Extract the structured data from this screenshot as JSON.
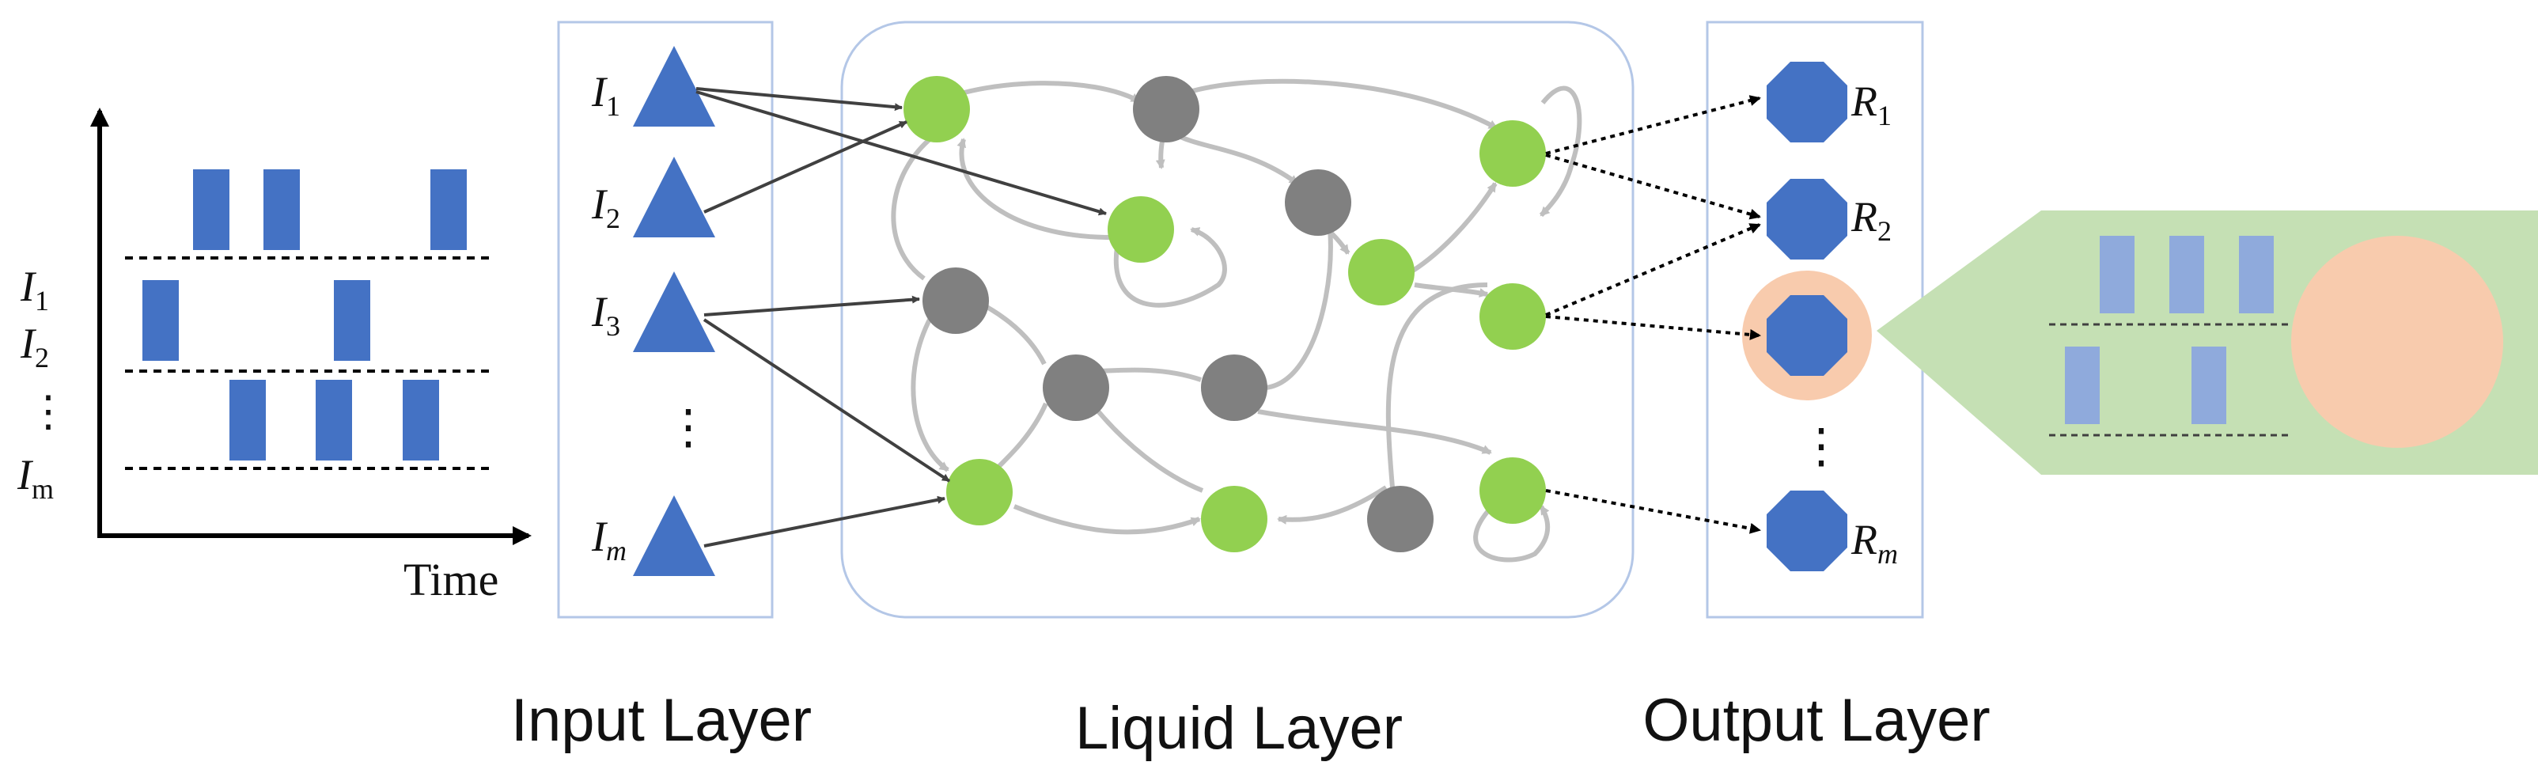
{
  "timeline": {
    "x_axis_label": "Time",
    "row_labels": {
      "r1": {
        "main": "I",
        "sub": "1"
      },
      "r2": {
        "main": "I",
        "sub": "2"
      },
      "ellipsis": "⋮",
      "rm": {
        "main": "I",
        "sub": "m"
      }
    }
  },
  "input_layer": {
    "title": "Input Layer",
    "neurons": [
      {
        "main": "I",
        "sub": "1"
      },
      {
        "main": "I",
        "sub": "2"
      },
      {
        "main": "I",
        "sub": "3"
      },
      {
        "main": "I",
        "sub": "m"
      }
    ],
    "ellipsis": "⋮"
  },
  "liquid_layer": {
    "title": "Liquid Layer"
  },
  "output_layer": {
    "title": "Output Layer",
    "neurons": [
      {
        "main": "R",
        "sub": "1"
      },
      {
        "main": "R",
        "sub": "2"
      },
      {
        "main": "R",
        "sub": "m"
      }
    ],
    "ellipsis": "⋮"
  },
  "colors": {
    "spike": "#4472C4",
    "input_neuron": "#4472C4",
    "output_neuron": "#4472C4",
    "excitatory_neuron": "#92D050",
    "inhibitory_neuron": "#808080",
    "recurrent_edge": "#BFBFBF",
    "input_edge": "#404040",
    "highlight_circle": "#F8CBAD",
    "zoom_panel": "#C5E0B4",
    "zoom_spike": "#8FAADC",
    "layer_box_border": "#B4C7E7",
    "liquid_box_border": "#B4C7E7"
  }
}
